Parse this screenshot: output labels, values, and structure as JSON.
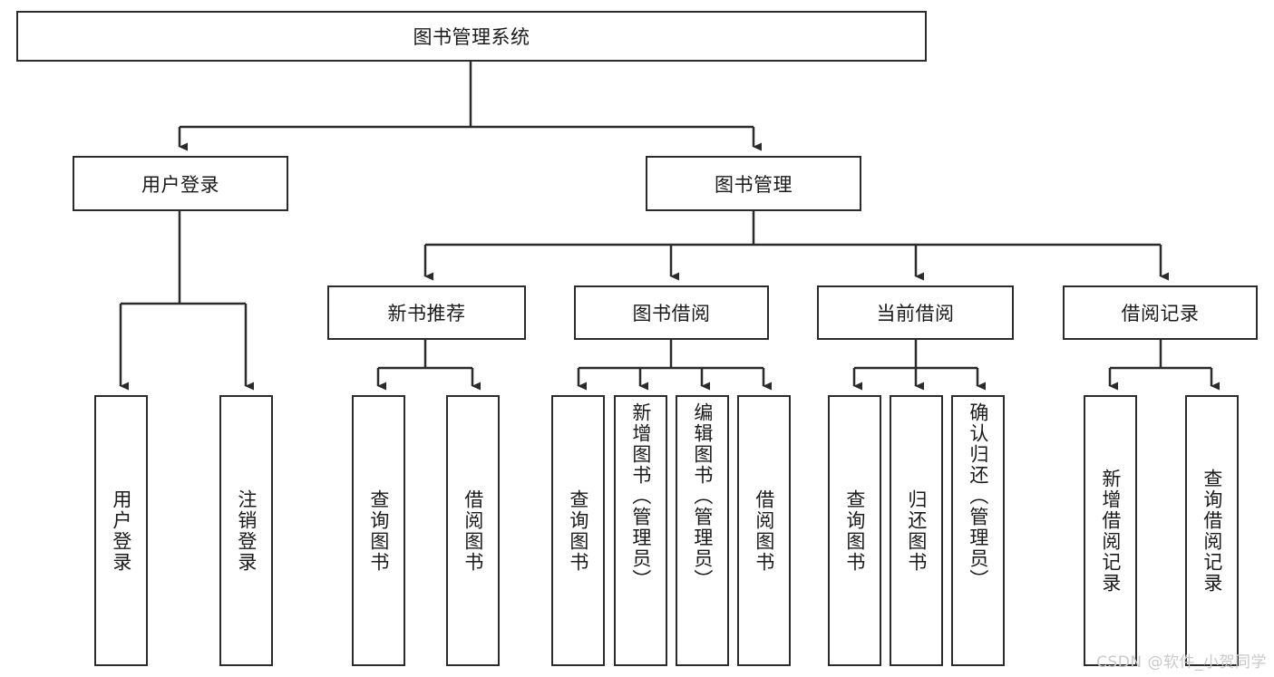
{
  "diagram": {
    "type": "tree-hierarchy",
    "title": "图书管理系统",
    "root": {
      "id": "root",
      "label": "图书管理系统",
      "orientation": "horizontal"
    },
    "level2": [
      {
        "id": "user-login",
        "label": "用户登录",
        "orientation": "horizontal"
      },
      {
        "id": "book-manage",
        "label": "图书管理",
        "orientation": "horizontal"
      }
    ],
    "level3": [
      {
        "id": "new-book-recommend",
        "label": "新书推荐",
        "orientation": "horizontal",
        "parent": "book-manage"
      },
      {
        "id": "book-borrow",
        "label": "图书借阅",
        "orientation": "horizontal",
        "parent": "book-manage"
      },
      {
        "id": "current-borrow",
        "label": "当前借阅",
        "orientation": "horizontal",
        "parent": "book-manage"
      },
      {
        "id": "borrow-record",
        "label": "借阅记录",
        "orientation": "horizontal",
        "parent": "book-manage"
      }
    ],
    "leaves": [
      {
        "id": "leaf-user-login",
        "label": "用户登录",
        "parent": "user-login",
        "align": "center"
      },
      {
        "id": "leaf-logout",
        "label": "注销登录",
        "parent": "user-login",
        "align": "center"
      },
      {
        "id": "leaf-query-book-1",
        "label": "查询图书",
        "parent": "new-book-recommend",
        "align": "center"
      },
      {
        "id": "leaf-borrow-book-1",
        "label": "借阅图书",
        "parent": "new-book-recommend",
        "align": "center"
      },
      {
        "id": "leaf-query-book-2",
        "label": "查询图书",
        "parent": "book-borrow",
        "align": "center"
      },
      {
        "id": "leaf-add-book",
        "label": "新增图书（管理员）",
        "parent": "book-borrow",
        "align": "top"
      },
      {
        "id": "leaf-edit-book",
        "label": "编辑图书（管理员）",
        "parent": "book-borrow",
        "align": "top"
      },
      {
        "id": "leaf-borrow-book-2",
        "label": "借阅图书",
        "parent": "book-borrow",
        "align": "center"
      },
      {
        "id": "leaf-query-book-3",
        "label": "查询图书",
        "parent": "current-borrow",
        "align": "center"
      },
      {
        "id": "leaf-return-book",
        "label": "归还图书",
        "parent": "current-borrow",
        "align": "center"
      },
      {
        "id": "leaf-confirm-return",
        "label": "确认归还（管理员）",
        "parent": "current-borrow",
        "align": "top"
      },
      {
        "id": "leaf-add-record",
        "label": "新增借阅记录",
        "parent": "borrow-record",
        "align": "center"
      },
      {
        "id": "leaf-query-record",
        "label": "查询借阅记录",
        "parent": "borrow-record",
        "align": "center"
      }
    ],
    "colors": {
      "border": "#2b2b2b",
      "fill": "#ffffff",
      "text": "#1a1a1a",
      "connector": "#2b2b2b",
      "watermark": "#c9c9c9",
      "background": "#ffffff"
    }
  },
  "watermark": {
    "text": "CSDN @软件_小贺同学"
  }
}
